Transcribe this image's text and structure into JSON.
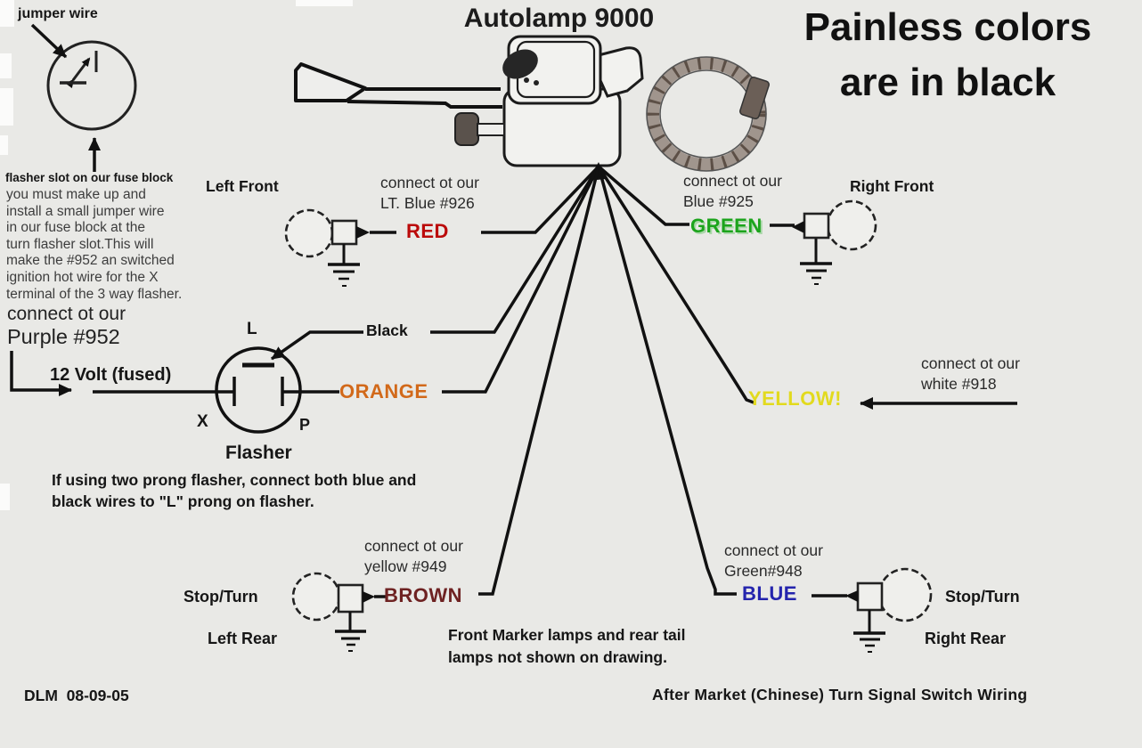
{
  "title": "Autolamp 9000",
  "painless_note": "Painless colors\nare in black",
  "colors": {
    "red": "#bb0a0a",
    "green": "#1ca41c",
    "orange": "#d2691a",
    "yellow": "#e2da1e",
    "brown": "#6e2222",
    "blue": "#2424ad",
    "black": "#141414"
  },
  "fuse_block": {
    "jumper_label": "jumper wire",
    "slot_label": "flasher slot on our fuse block",
    "instructions": "you must make up and\ninstall a small jumper wire\nin our fuse block at the\nturn flasher slot.This will\nmake the #952 an switched\nignition hot wire for the X\nterminal of the 3 way flasher.",
    "connect_label": "connect ot our",
    "wire_name": "Purple #952",
    "supply_label": "12 Volt (fused)"
  },
  "flasher": {
    "terminal_l": "L",
    "terminal_x": "X",
    "terminal_p": "P",
    "label": "Flasher",
    "two_prong_note": "If using two prong flasher, connect both blue and\nblack wires to \"L\" prong on flasher."
  },
  "wires": {
    "red": {
      "label": "RED",
      "connect": "connect ot our\nLT. Blue #926"
    },
    "green": {
      "label": "GREEN",
      "connect": "connect ot our\nBlue #925"
    },
    "black": {
      "label": "Black"
    },
    "orange": {
      "label": "ORANGE"
    },
    "yellow": {
      "label": "YELLOW!",
      "connect": "connect ot our\nwhite #918"
    },
    "brown": {
      "label": "BROWN",
      "connect": "connect ot our\nyellow #949"
    },
    "blue": {
      "label": "BLUE",
      "connect": "connect ot our\nGreen#948"
    }
  },
  "lamps": {
    "left_front": "Left Front",
    "right_front": "Right Front",
    "stop_turn": "Stop/Turn",
    "left_rear": "Left Rear",
    "right_rear": "Right Rear"
  },
  "marker_note": "Front Marker lamps and rear tail\nlamps not shown on drawing.",
  "footer": {
    "left": "DLM  08-09-05",
    "right": "After Market (Chinese) Turn Signal Switch Wiring"
  }
}
